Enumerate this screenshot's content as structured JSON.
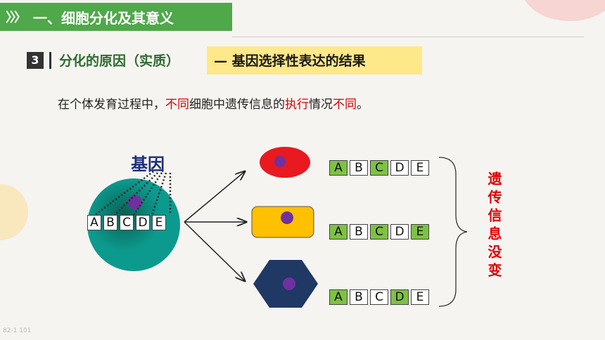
{
  "header": {
    "chevrons": "〉〉〉",
    "title": "一、细胞分化及其意义"
  },
  "section": {
    "number": "3",
    "subtitle_part1": "分化的原因（实质）",
    "subtitle_part2": "— 基因选择性表达的结果"
  },
  "sentence": {
    "s1": "在个体发育过程中，",
    "s2": "不同",
    "s3": "细胞中遗传信息的",
    "s4": "执行",
    "s5": "情况",
    "s6": "不同",
    "s7": "。"
  },
  "diagram": {
    "gene_label": "基因",
    "genes": [
      "A",
      "B",
      "C",
      "D",
      "E"
    ],
    "rows": [
      {
        "cell": "red-oval",
        "cell_color": "#e8191f",
        "active": [
          "A",
          "C"
        ]
      },
      {
        "cell": "yellow-rect",
        "cell_color": "#ffc000",
        "active": [
          "A",
          "C",
          "E"
        ]
      },
      {
        "cell": "navy-hexagon",
        "cell_color": "#1f3864",
        "active": [
          "A",
          "D"
        ]
      }
    ],
    "conclusion": "遗传信息没变",
    "colors": {
      "active": "#7dc242",
      "inactive": "#ffffff",
      "nucleus": "#7030a0",
      "stem_cell": "#0d9a8e"
    }
  },
  "corner_text": "82-1 101"
}
